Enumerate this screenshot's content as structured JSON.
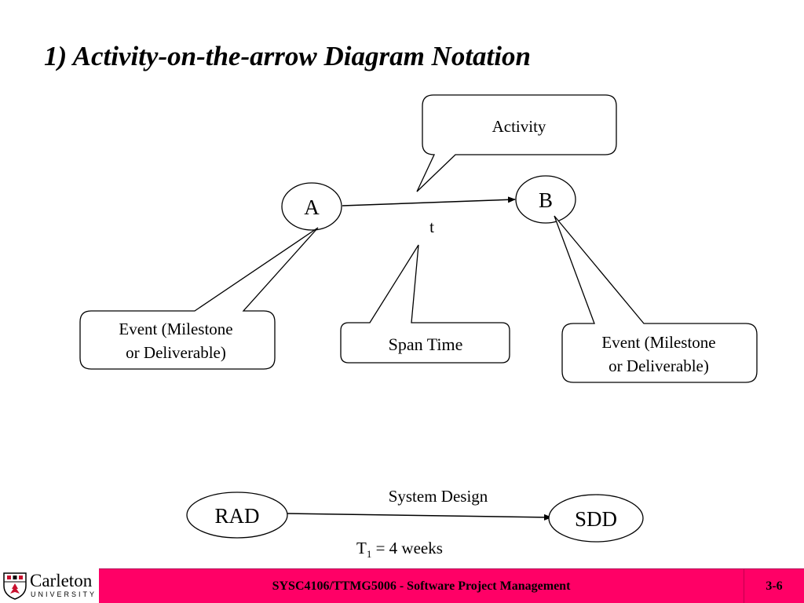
{
  "title": "1) Activity-on-the-arrow Diagram Notation",
  "diagram": {
    "callout_activity": "Activity",
    "node_a": "A",
    "node_b": "B",
    "time_label": "t",
    "callout_event_left": [
      "Event (Milestone",
      "or Deliverable)"
    ],
    "callout_span_time": "Span Time",
    "callout_event_right": [
      "Event (Milestone",
      "or Deliverable)"
    ]
  },
  "example": {
    "node_from": "RAD",
    "node_to": "SDD",
    "activity_label": "System Design",
    "duration_symbol": "T",
    "duration_subscript": "1",
    "duration_value": " = 4 weeks"
  },
  "footer": {
    "logo_word": "Carleton",
    "logo_sub": "UNIVERSITY",
    "course": "SYSC4106/TTMG5006 - Software Project Management",
    "page": "3-6",
    "colors": {
      "bar": "#ff0066",
      "page_box": "#ff0066"
    }
  }
}
